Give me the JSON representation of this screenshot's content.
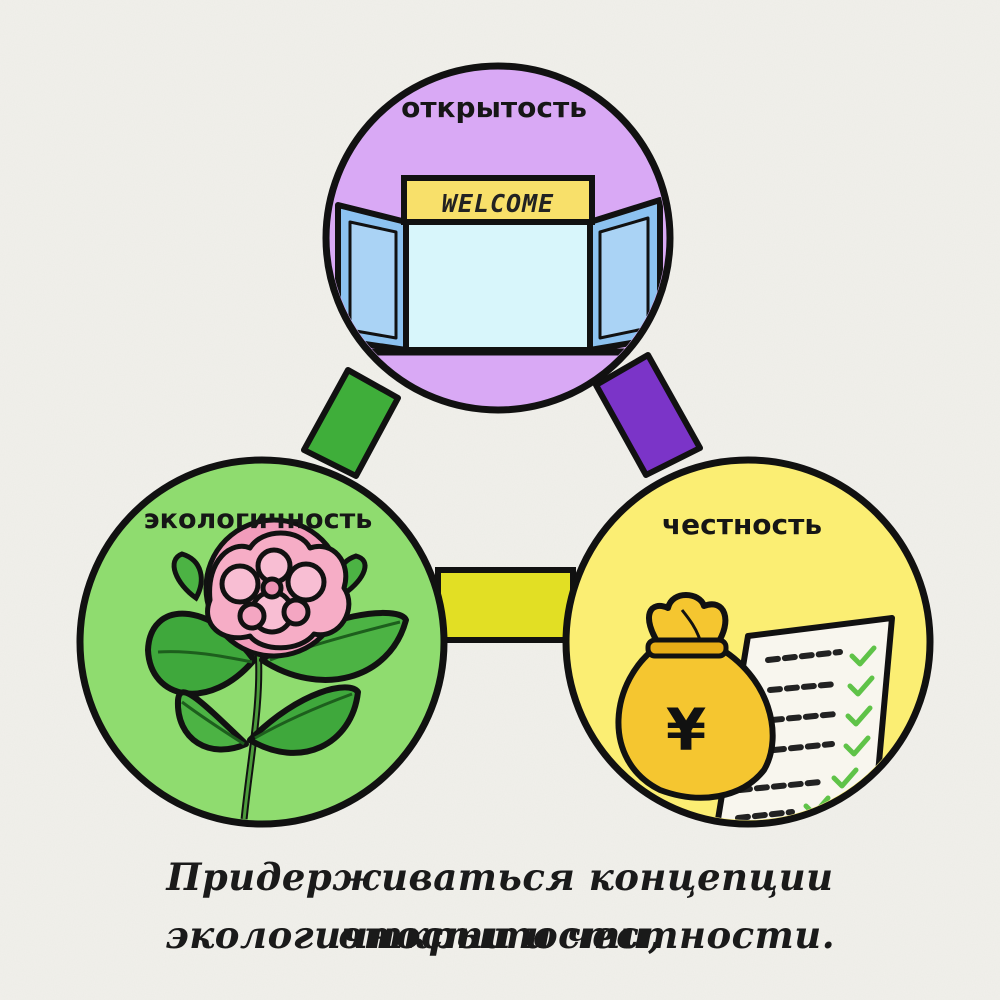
{
  "nodes": {
    "top": {
      "label": "открытость",
      "color": "#d9a9f5"
    },
    "left": {
      "label": "экологичность",
      "color": "#8fdc6f"
    },
    "right": {
      "label": "честность",
      "color": "#fbee73"
    }
  },
  "welcome_sign": "WELCOME",
  "money_symbol": "¥",
  "connector_colors": {
    "top_left": "#3fae3a",
    "top_right": "#7b34c8",
    "left_right": "#e2df24"
  },
  "caption": {
    "line1": "Придерживаться концепции открытости,",
    "line2": "экологичности и честности."
  }
}
